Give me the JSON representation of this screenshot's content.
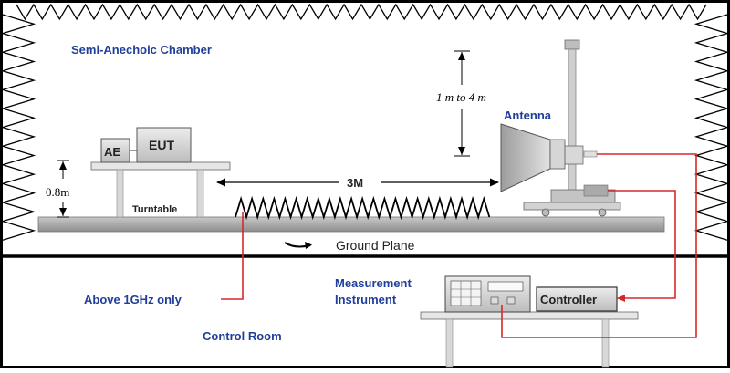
{
  "labels": {
    "chamber": "Semi-Anechoic Chamber",
    "antenna": "Antenna",
    "height_range": "1 m to 4 m",
    "eut": "EUT",
    "ae": "AE",
    "height_08": "0.8m",
    "turntable": "Turntable",
    "distance": "3M",
    "ground_plane": "Ground Plane",
    "measurement_line1": "Measurement",
    "measurement_line2": "Instrument",
    "controller": "Controller",
    "above_1ghz": "Above 1GHz only",
    "control_room": "Control Room"
  },
  "colors": {
    "cable": "#d62828",
    "label_blue": "#1f3f9a",
    "ground": "#9a9a9a",
    "border": "#000000"
  }
}
